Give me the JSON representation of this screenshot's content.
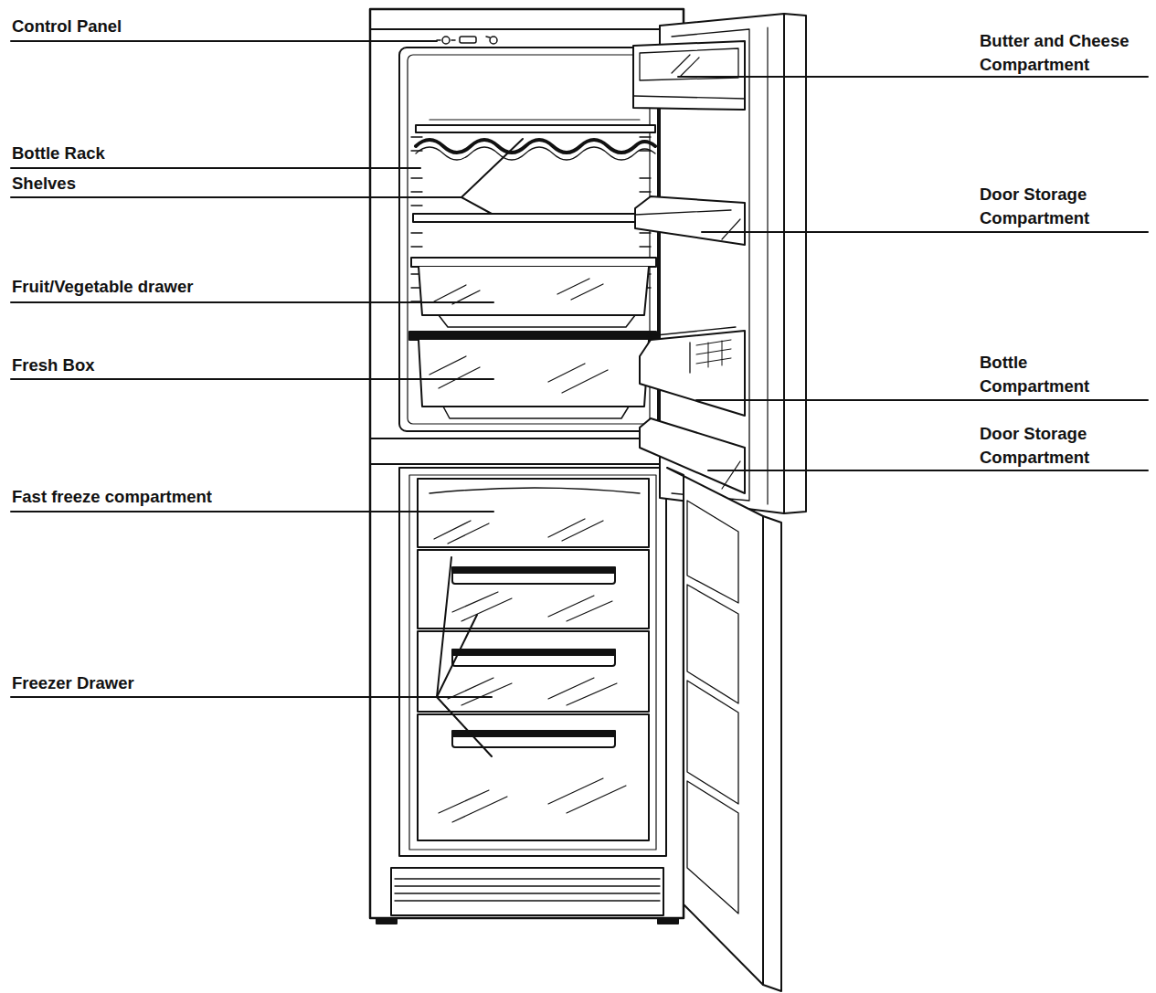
{
  "diagram": {
    "labels": [
      "Control Panel",
      "Butter and Cheese Compartment",
      "Bottle Rack",
      "Shelves",
      "Door Storage Compartment",
      "Fruit/Vegetable drawer",
      "Fresh Box",
      "Bottle Compartment",
      "Door Storage Compartment",
      "Fast freeze compartment",
      "Freezer Drawer"
    ]
  }
}
